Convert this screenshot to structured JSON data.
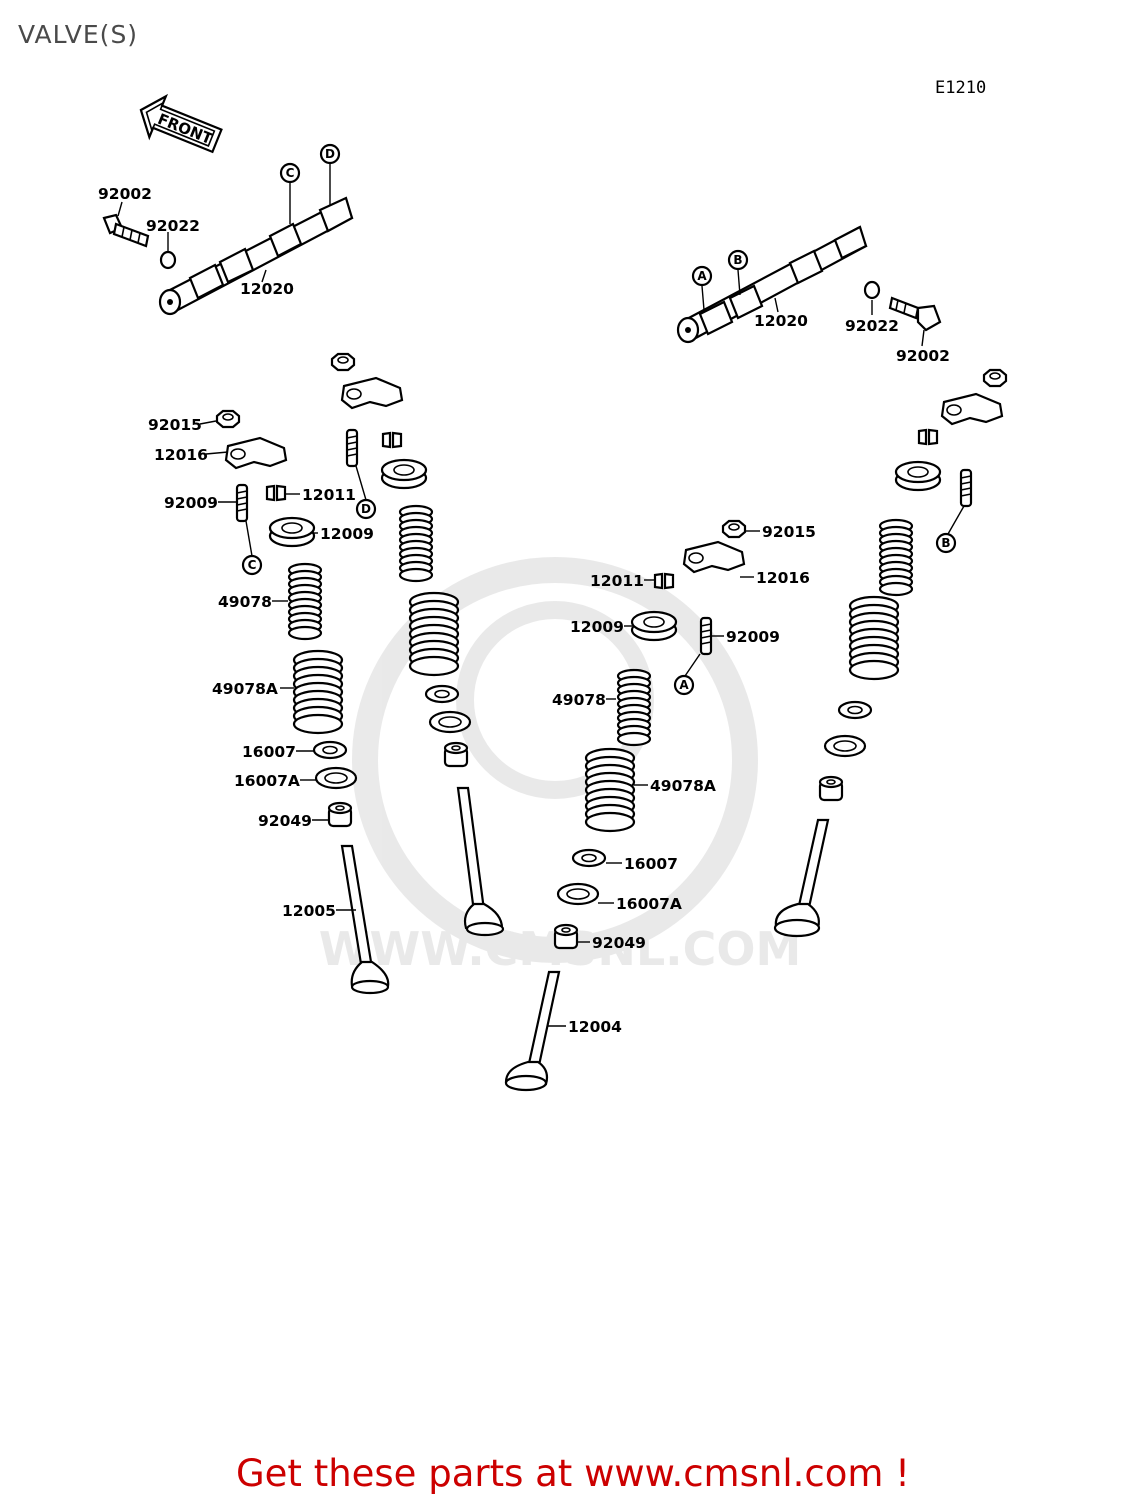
{
  "page": {
    "title": "VALVE(S)",
    "diagram_code": "E1210",
    "front_label": "FRONT",
    "watermark_url": "WWW.CMSNL.COM",
    "footer_cta": "Get these parts at www.cmsnl.com !"
  },
  "markers": {
    "a": "A",
    "b": "B",
    "c": "C",
    "d": "D"
  },
  "parts": {
    "p92002_l": "92002",
    "p92022_l": "92022",
    "p12020_l": "12020",
    "p12020_r": "12020",
    "p92022_r": "92022",
    "p92002_r": "92002",
    "p92015_l": "92015",
    "p12016_l": "12016",
    "p92009_l": "92009",
    "p12011_l": "12011",
    "p12009_l": "12009",
    "p49078_l": "49078",
    "p49078a_l": "49078A",
    "p16007_l": "16007",
    "p16007a_l": "16007A",
    "p92049_l": "92049",
    "p12005": "12005",
    "p92015_r": "92015",
    "p12011_r": "12011",
    "p12016_r": "12016",
    "p12009_r": "12009",
    "p92009_r": "92009",
    "p49078_r": "49078",
    "p49078a_r": "49078A",
    "p16007_r": "16007",
    "p16007a_r": "16007A",
    "p92049_r": "92049",
    "p12004": "12004"
  },
  "colors": {
    "footer": "#cc0000",
    "title": "#4a4a4a",
    "watermark": "#dcdcdc",
    "ink": "#000000"
  }
}
